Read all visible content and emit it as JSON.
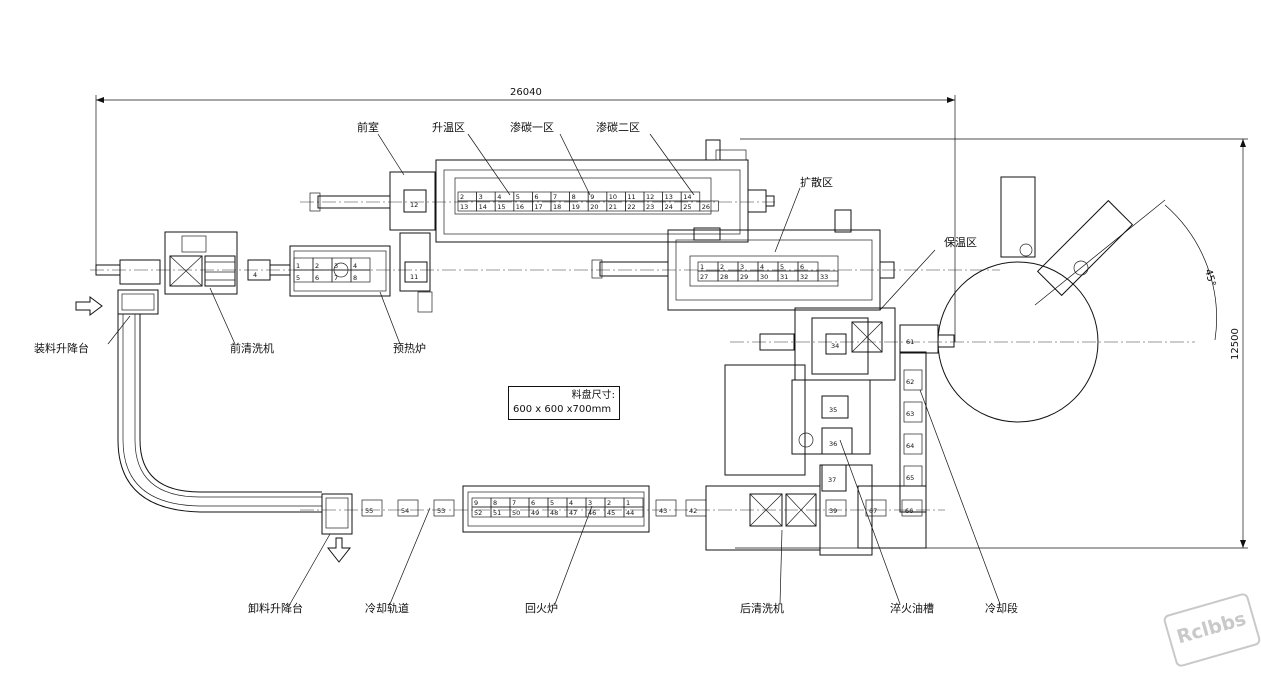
{
  "dimensions": {
    "overall_width": "26040",
    "overall_height": "12500",
    "angle": "45°"
  },
  "tray_note": {
    "title": "料盘尺寸:",
    "size": "600 x 600 x700mm"
  },
  "labels": {
    "front_chamber": "前室",
    "heating_zone": "升温区",
    "carburizing_1": "渗碳一区",
    "carburizing_2": "渗碳二区",
    "diffusion_zone": "扩散区",
    "holding_zone": "保温区",
    "loading_lift": "装料升降台",
    "pre_washer": "前清洗机",
    "preheat_furnace": "预热炉",
    "unloading_lift": "卸料升降台",
    "cooling_track": "冷却轨道",
    "tempering_furnace": "回火炉",
    "post_washer": "后清洗机",
    "quench_oil_tank": "淬火油槽",
    "cooling_section": "冷却段"
  },
  "slots": {
    "front_chamber": "12",
    "preheat_in": "11",
    "loading_track": "4",
    "preheat_top": [
      "1",
      "2",
      "3",
      "4"
    ],
    "preheat_bottom": [
      "5",
      "6",
      "7",
      "8"
    ],
    "carb_top": [
      "2",
      "3",
      "4",
      "5",
      "6",
      "7",
      "8",
      "9",
      "10",
      "11",
      "12",
      "13",
      "14"
    ],
    "carb_bottom": [
      "13",
      "14",
      "15",
      "16",
      "17",
      "18",
      "19",
      "20",
      "21",
      "22",
      "23",
      "24",
      "25",
      "26"
    ],
    "diff_top": [
      "1",
      "2",
      "3",
      "4",
      "5",
      "6"
    ],
    "diff_bottom": [
      "27",
      "28",
      "29",
      "30",
      "31",
      "32",
      "33"
    ],
    "holding": [
      "34"
    ],
    "transfer": "61",
    "quench": [
      "35",
      "36",
      "37"
    ],
    "cooling_stack": [
      "62",
      "63",
      "64",
      "65"
    ],
    "return_track": [
      "55",
      "54",
      "53",
      "43",
      "42",
      "39",
      "67",
      "66"
    ],
    "temper_top": [
      "9",
      "8",
      "7",
      "6",
      "5",
      "4",
      "3",
      "2",
      "1"
    ],
    "temper_bottom": [
      "52",
      "51",
      "50",
      "49",
      "48",
      "47",
      "46",
      "45",
      "44"
    ]
  },
  "watermark": "Rclbbs"
}
